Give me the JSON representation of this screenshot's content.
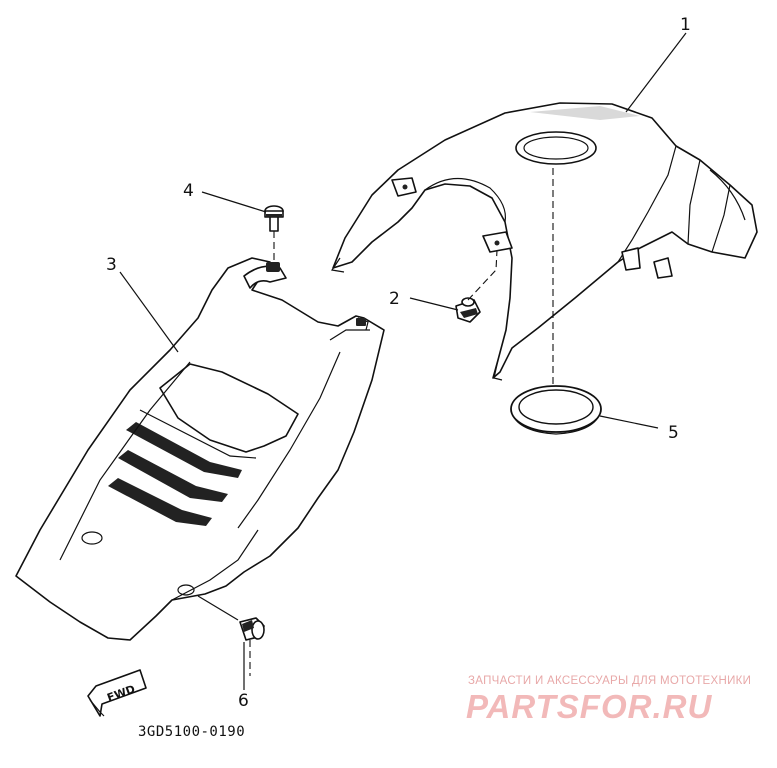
{
  "callouts": [
    {
      "number": "1"
    },
    {
      "number": "2"
    },
    {
      "number": "3"
    },
    {
      "number": "4"
    },
    {
      "number": "5"
    },
    {
      "number": "6"
    }
  ],
  "fwd_label": "FWD",
  "diagram_code": "3GD5100-0190",
  "watermark": {
    "line1": "ЗАПЧАСТИ И АКСЕССУАРЫ ДЛЯ МОТОТЕХНИКИ",
    "logo": "PARTSFOR.RU",
    "color": "#f2b9b9"
  }
}
